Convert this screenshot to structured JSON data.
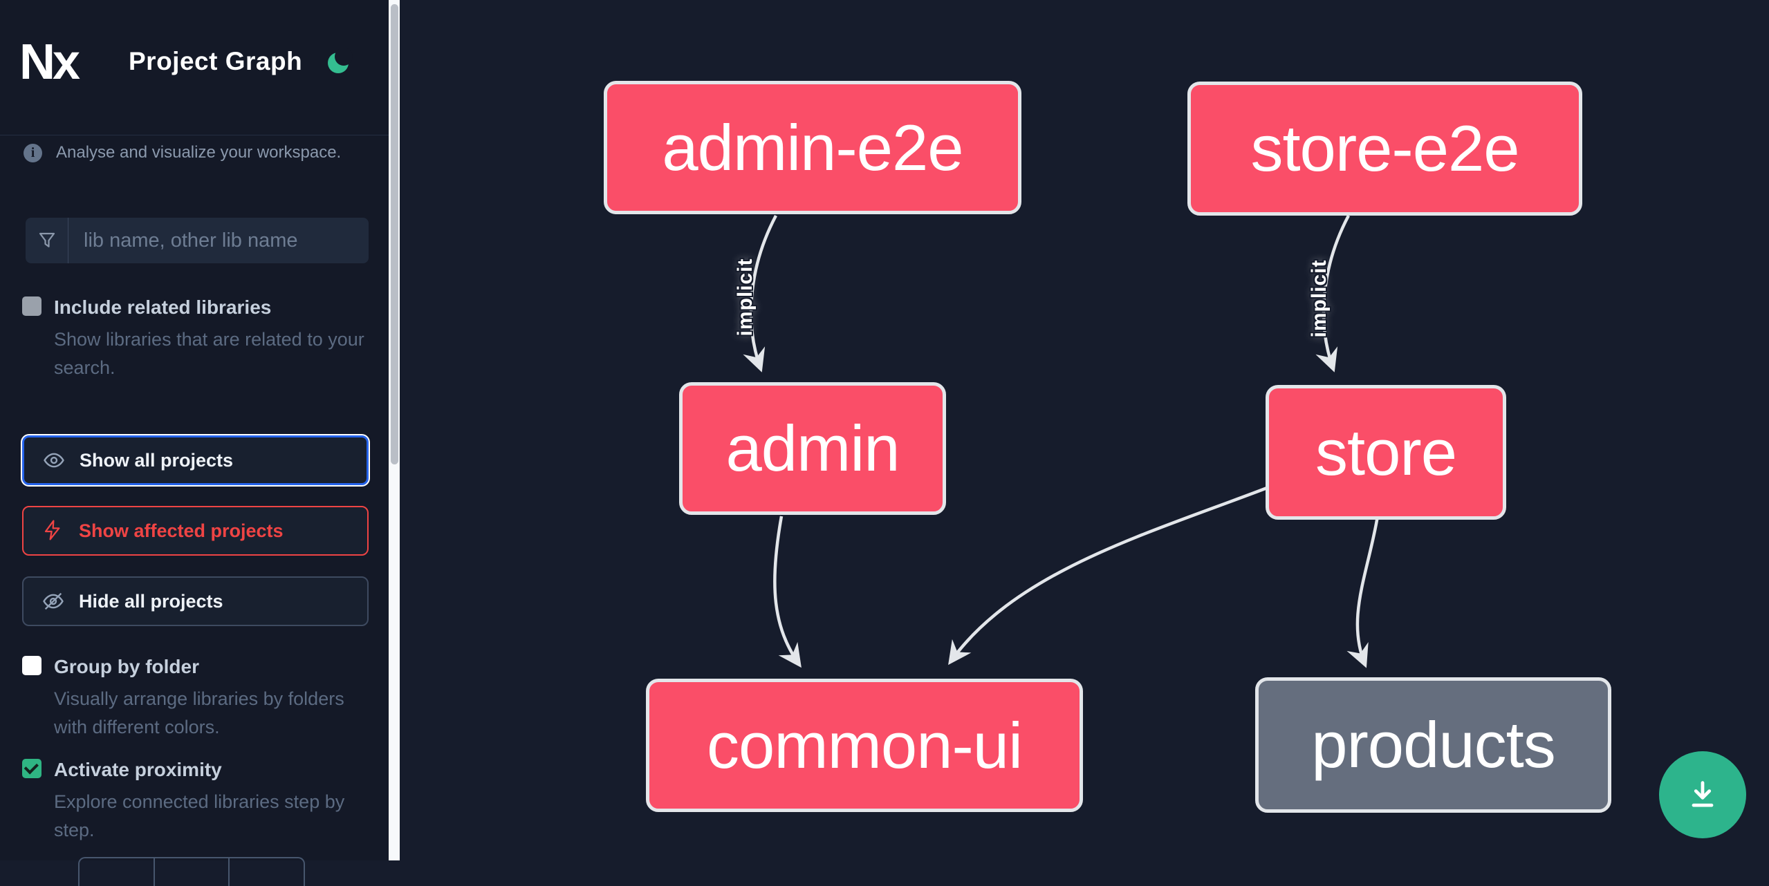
{
  "app": {
    "logo_text": "Nx",
    "title": "Project Graph"
  },
  "sidebar": {
    "tagline": "Analyse and visualize your workspace.",
    "search_placeholder": "lib name, other lib name",
    "include_related": {
      "label": "Include related libraries",
      "description": "Show libraries that are related to your search.",
      "checked": false
    },
    "buttons": {
      "show_all": "Show all projects",
      "show_affected": "Show affected projects",
      "hide_all": "Hide all projects"
    },
    "group_by_folder": {
      "label": "Group by folder",
      "description": "Visually arrange libraries by folders with different colors.",
      "checked": false
    },
    "activate_proximity": {
      "label": "Activate proximity",
      "description": "Explore connected libraries step by step.",
      "checked": true
    }
  },
  "graph": {
    "nodes": [
      {
        "id": "admin-e2e",
        "label": "admin-e2e",
        "color": "#fa4e68"
      },
      {
        "id": "store-e2e",
        "label": "store-e2e",
        "color": "#fa4e68"
      },
      {
        "id": "admin",
        "label": "admin",
        "color": "#fa4e68"
      },
      {
        "id": "store",
        "label": "store",
        "color": "#fa4e68"
      },
      {
        "id": "common-ui",
        "label": "common-ui",
        "color": "#fa4e68"
      },
      {
        "id": "products",
        "label": "products",
        "color": "#656e7e"
      }
    ],
    "edges": [
      {
        "from": "admin-e2e",
        "to": "admin",
        "label": "implicit"
      },
      {
        "from": "store-e2e",
        "to": "store",
        "label": "implicit"
      },
      {
        "from": "admin",
        "to": "common-ui",
        "label": ""
      },
      {
        "from": "store",
        "to": "common-ui",
        "label": ""
      },
      {
        "from": "store",
        "to": "products",
        "label": ""
      }
    ]
  },
  "colors": {
    "canvas_bg": "#161c2c",
    "sidebar_bg": "#141927",
    "node_pink": "#fa4e68",
    "node_gray": "#656e7e",
    "node_border": "#e3e6ea",
    "edge": "#e3e6ea",
    "accent_blue": "#2563eb",
    "accent_red": "#ef4444",
    "accent_green": "#2fb583",
    "fab_green": "#2db48c"
  }
}
